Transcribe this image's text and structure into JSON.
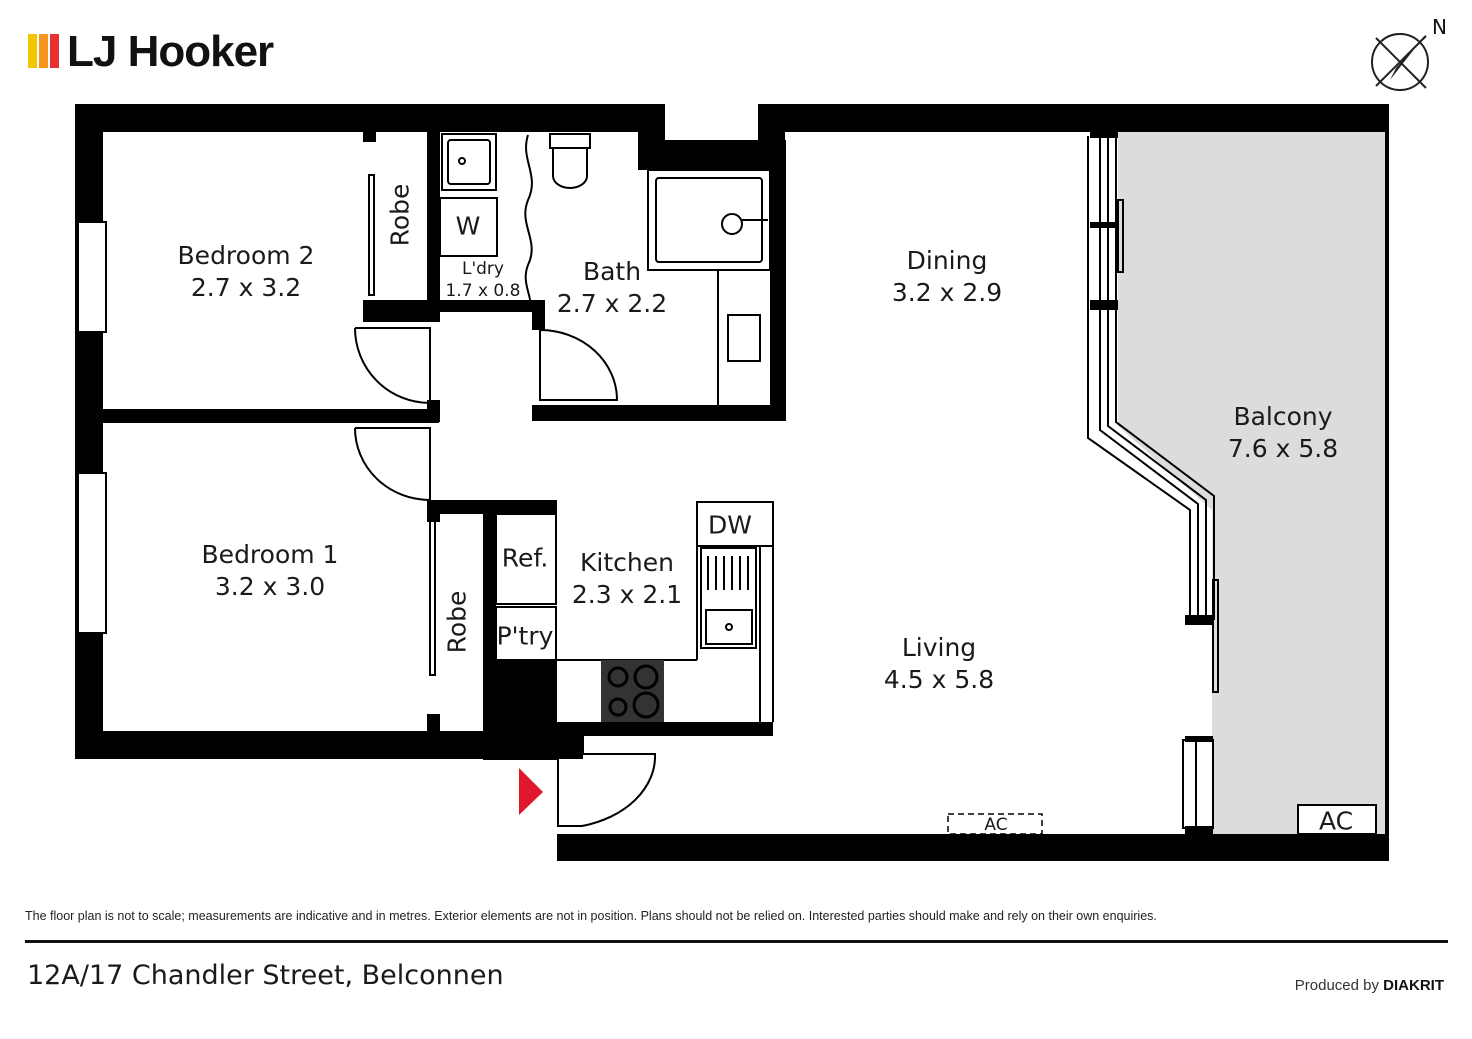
{
  "brand": {
    "name": "LJ Hooker",
    "colors": [
      "#f5c400",
      "#f7941d",
      "#e8302e"
    ]
  },
  "compass": {
    "label": "N",
    "icon": "north-arrow-compass-icon"
  },
  "rooms": {
    "bedroom2": {
      "name": "Bedroom 2",
      "dim": "2.7 x 3.2"
    },
    "bedroom1": {
      "name": "Bedroom 1",
      "dim": "3.2 x 3.0"
    },
    "laundry": {
      "name": "L'dry",
      "dim": "1.7 x 0.8"
    },
    "bath": {
      "name": "Bath",
      "dim": "2.7 x 2.2"
    },
    "dining": {
      "name": "Dining",
      "dim": "3.2 x 2.9"
    },
    "kitchen": {
      "name": "Kitchen",
      "dim": "2.3 x 2.1"
    },
    "living": {
      "name": "Living",
      "dim": "4.5 x 5.8"
    },
    "balcony": {
      "name": "Balcony",
      "dim": "7.6 x 5.8"
    }
  },
  "fixtures": {
    "robe_upper": "Robe",
    "robe_lower": "Robe",
    "washer": "W",
    "fridge": "Ref.",
    "pantry": "P'try",
    "dishwasher": "DW",
    "ac_living": "AC",
    "ac_balcony": "AC"
  },
  "colors": {
    "wall": "#000000",
    "balcony_fill": "#dcdcdc",
    "entry_arrow": "#e0182d"
  },
  "disclaimer": "The floor plan is not to scale; measurements are indicative and in metres. Exterior elements are not in position. Plans should not be relied on. Interested parties should make and rely on their own enquiries.",
  "address": "12A/17 Chandler Street, Belconnen",
  "produced_by": {
    "prefix": "Produced by",
    "brand": "DIAKRIT"
  }
}
